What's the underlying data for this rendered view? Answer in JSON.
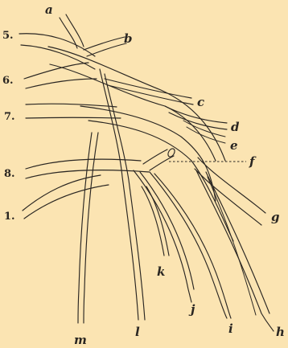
{
  "roots": [
    "5.",
    "6.",
    "7.",
    "8.",
    "1."
  ],
  "branches": [
    "a",
    "b",
    "c",
    "d",
    "e",
    "f",
    "g",
    "h",
    "i",
    "j",
    "k",
    "l",
    "m"
  ],
  "colors": {
    "background": "#fbe4b2",
    "ink": "#2a2622"
  }
}
